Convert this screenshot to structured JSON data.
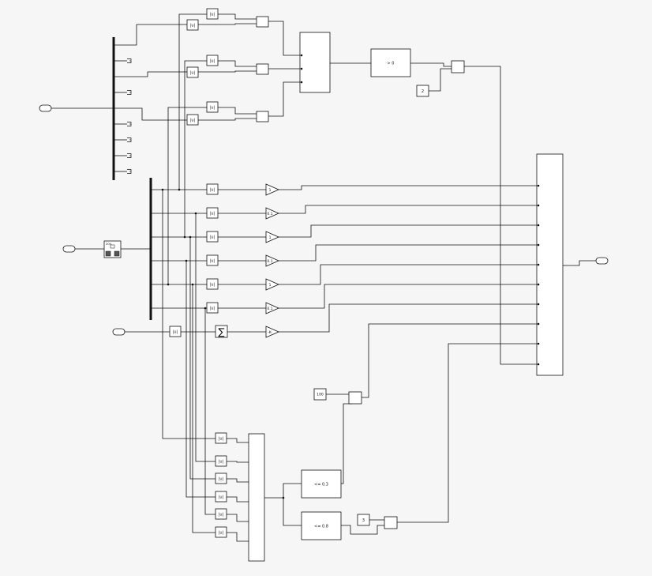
{
  "labels": {
    "abs": "|u|",
    "cmp_gt0": "> 0",
    "cmp_le03": "<= 0.3",
    "cmp_le08": "<= 0.8",
    "const_2": "2",
    "const_100": "100",
    "const_3": "3",
    "sum_symbol": "∑",
    "gain_1": "1",
    "gain_01": "0.1",
    "gain_k": "-K-",
    "demux": "ΣΟΛ"
  },
  "colors": {
    "line": "#111111",
    "block_fill": "#ffffff",
    "background": "#f6f6f6"
  }
}
